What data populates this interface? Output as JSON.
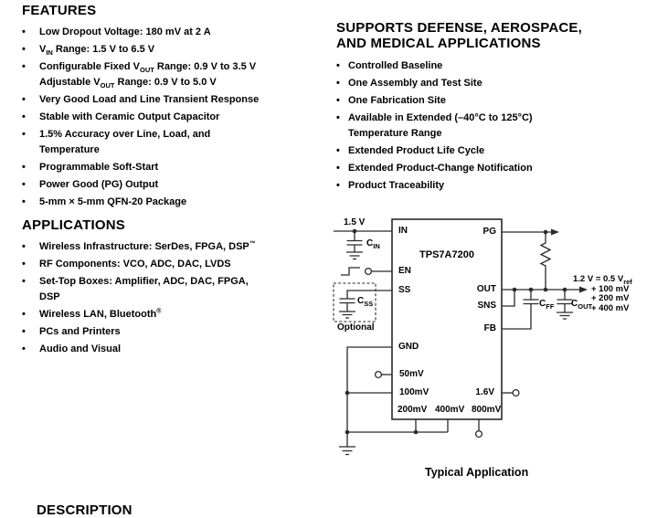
{
  "glyphs": {
    "bullet": "•"
  },
  "features": {
    "title": "FEATURES",
    "items": {
      "i1": "Low Dropout Voltage: 180 mV at 2 A",
      "i2": {
        "pre": "V",
        "sub": "IN",
        "post": " Range: 1.5 V to 6.5 V"
      },
      "i3": {
        "l1pre": "Configurable Fixed V",
        "l1sub": "OUT",
        "l1post": " Range: 0.9 V to 3.5 V",
        "l2pre": "Adjustable V",
        "l2sub": "OUT",
        "l2post": " Range: 0.9 V to 5.0 V"
      },
      "i4": "Very Good Load and Line Transient Response",
      "i5": "Stable with Ceramic Output Capacitor",
      "i6": {
        "l1": "1.5% Accuracy over Line, Load, and",
        "l2": "Temperature"
      },
      "i7": "Programmable Soft-Start",
      "i8": "Power Good (PG) Output",
      "i9": "5-mm × 5-mm QFN-20 Package"
    }
  },
  "applications": {
    "title": "APPLICATIONS",
    "items": {
      "i1": {
        "pre": "Wireless Infrastructure: SerDes, FPGA, DSP",
        "sup": "™"
      },
      "i2": "RF Components: VCO, ADC, DAC, LVDS",
      "i3": {
        "l1": "Set-Top Boxes: Amplifier, ADC, DAC, FPGA,",
        "l2": "DSP"
      },
      "i4": {
        "pre": "Wireless LAN, Bluetooth",
        "sup": "®"
      },
      "i5": "PCs and Printers",
      "i6": "Audio and Visual"
    }
  },
  "supports": {
    "title_line1": "SUPPORTS DEFENSE, AEROSPACE,",
    "title_line2": "AND MEDICAL APPLICATIONS",
    "items": {
      "i1": "Controlled Baseline",
      "i2": "One Assembly and Test Site",
      "i3": "One Fabrication Site",
      "i4": {
        "l1": "Available in Extended (–40°C to 125°C)",
        "l2": "Temperature Range"
      },
      "i5": "Extended Product Life Cycle",
      "i6": "Extended Product-Change Notification",
      "i7": "Product Traceability"
    }
  },
  "diagram": {
    "chip_name": "TPS7A7200",
    "input_voltage": "1.5 V",
    "pins": {
      "in": "IN",
      "en": "EN",
      "ss": "SS",
      "gnd": "GND",
      "mv50": "50mV",
      "mv100": "100mV",
      "mv200": "200mV",
      "mv400": "400mV",
      "mv800": "800mV",
      "pg": "PG",
      "out": "OUT",
      "sns": "SNS",
      "fb": "FB",
      "v1_6": "1.6V"
    },
    "cin": {
      "pre": "C",
      "sub": "IN"
    },
    "css": {
      "pre": "C",
      "sub": "SS"
    },
    "cff": {
      "pre": "C",
      "sub": "FF"
    },
    "cout": {
      "pre": "C",
      "sub": "OUT"
    },
    "optional_label": "Optional",
    "out_eq": {
      "pre": "1.2 V = 0.5 V",
      "sub": "ref"
    },
    "out_line2": "+ 100 mV",
    "out_line3": "+ 200 mV",
    "out_line4": "+ 400 mV",
    "caption": "Typical Application"
  },
  "description": {
    "title": "DESCRIPTION"
  },
  "colors": {
    "wire": "#2b2a29",
    "text": "#000000",
    "background": "#ffffff"
  }
}
